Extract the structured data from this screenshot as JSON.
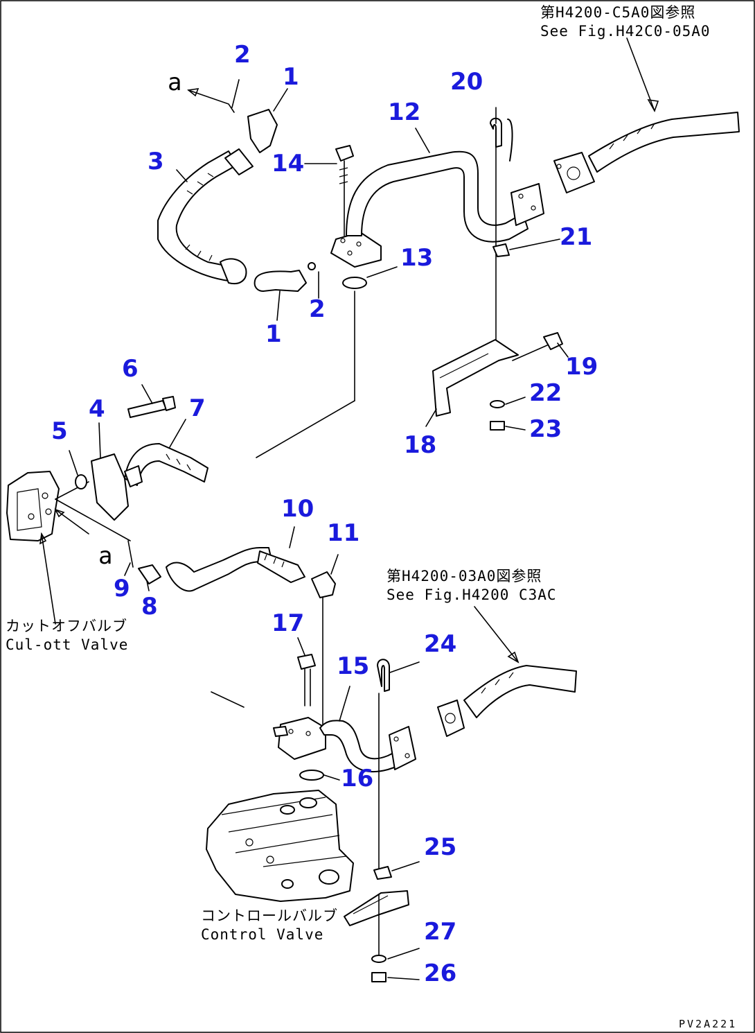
{
  "callouts": [
    "1",
    "2",
    "3",
    "4",
    "5",
    "6",
    "7",
    "8",
    "9",
    "10",
    "11",
    "12",
    "13",
    "14",
    "15",
    "16",
    "17",
    "18",
    "19",
    "20",
    "21",
    "22",
    "23",
    "24",
    "25",
    "26",
    "27"
  ],
  "refs": {
    "top_jp": "第H4200-C5A0図参照",
    "top_en": "See Fig.H42C0-05A0",
    "mid_jp": "第H4200-03A0図参照",
    "mid_en": "See Fig.H4200 C3AC"
  },
  "labels": {
    "cutoff_jp": "カットオフバルブ",
    "cutoff_en": "Cul-ott Valve",
    "control_jp": "コントロールバルブ",
    "control_en": "Control Valve",
    "letter_a": "a"
  },
  "diagram_code": "PV2A221"
}
